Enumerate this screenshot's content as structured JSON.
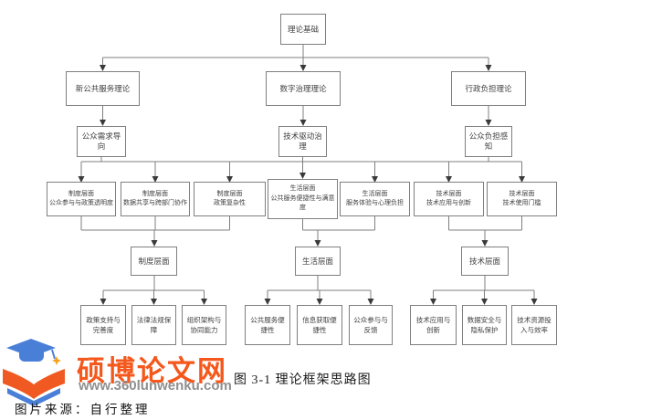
{
  "nodes": {
    "root": "理论基础",
    "theory_left": "新公共服务理论",
    "theory_mid": "数字治理理论",
    "theory_right": "行政负担理论",
    "mech_left": "公众需求导向",
    "mech_mid": "技术驱动治理",
    "mech_right": "公众负担感知",
    "dim1": "制度层面\n公众参与与政策透明度",
    "dim2": "制度层面\n数据共享与跨部门协作",
    "dim3": "制度层面\n政策复杂性",
    "dim4": "生活层面\n公共服务便捷性与满意度",
    "dim5": "生活层面\n服务体验与心理负担",
    "dim6": "技术层面\n技术应用与创新",
    "dim7": "技术层面\n技术使用门槛",
    "layer_inst": "制度层面",
    "layer_life": "生活层面",
    "layer_tech": "技术层面",
    "leaf1": "政策支持与\n完善度",
    "leaf2": "法律法规保\n障",
    "leaf3": "组织架构与\n协同能力",
    "leaf4": "公共服务便\n捷性",
    "leaf5": "信息获取便\n捷性",
    "leaf6": "公众参与与\n反馈",
    "leaf7": "技术应用与\n创新",
    "leaf8": "数据安全与\n隐私保护",
    "leaf9": "技术资源投\n入与效率"
  },
  "footer": {
    "site_name": "硕博论文网",
    "site_url": "www.360lunwenku.com",
    "caption": "图 3-1  理论框架思路图",
    "source_note": "图片来源：自行整理",
    "logo_icon": "graduation-cap-open-book-icon"
  },
  "colors": {
    "connector_line": "#7f7f7f",
    "box_border": "#7f7f7f",
    "arrowhead": "#3a3a3a",
    "brand_orange": "#f4581c",
    "brand_blue": "#4a7fd8",
    "url_gray": "#8f8f8f"
  }
}
